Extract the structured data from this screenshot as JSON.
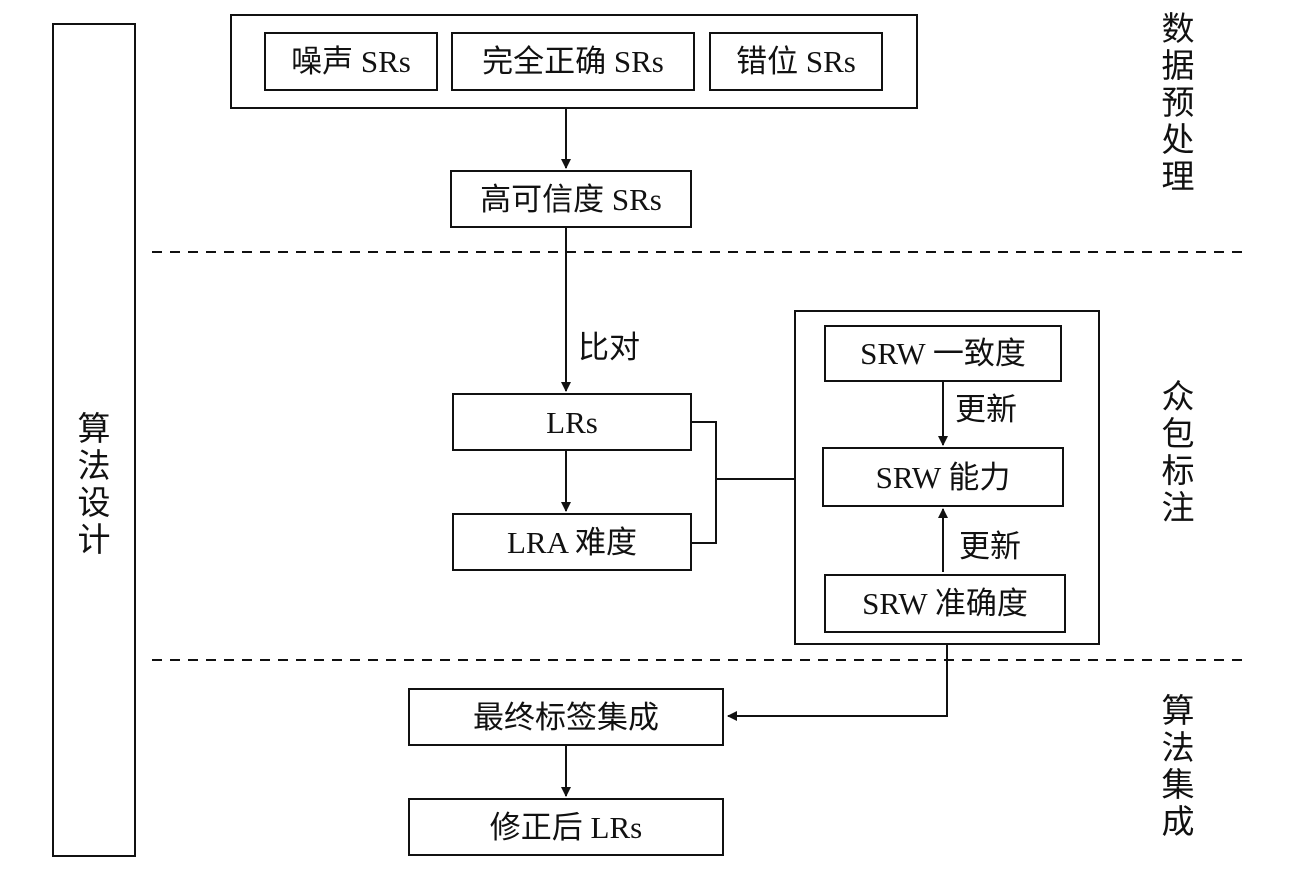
{
  "left_bar": {
    "label": "算法设计"
  },
  "sections": {
    "preprocessing": "数据预处理",
    "crowdsourcing": "众包标注",
    "integration": "算法集成"
  },
  "input_srs": {
    "noise": "噪声 SRs",
    "correct": "完全正确 SRs",
    "misaligned": "错位 SRs"
  },
  "nodes": {
    "high_conf_srs": "高可信度 SRs",
    "lrs": "LRs",
    "lra_difficulty": "LRA 难度",
    "srw_consistency": "SRW 一致度",
    "srw_ability": "SRW 能力",
    "srw_accuracy": "SRW 准确度",
    "final_label_integration": "最终标签集成",
    "corrected_lrs": "修正后 LRs"
  },
  "edges": {
    "compare": "比对",
    "update_top": "更新",
    "update_bottom": "更新"
  }
}
